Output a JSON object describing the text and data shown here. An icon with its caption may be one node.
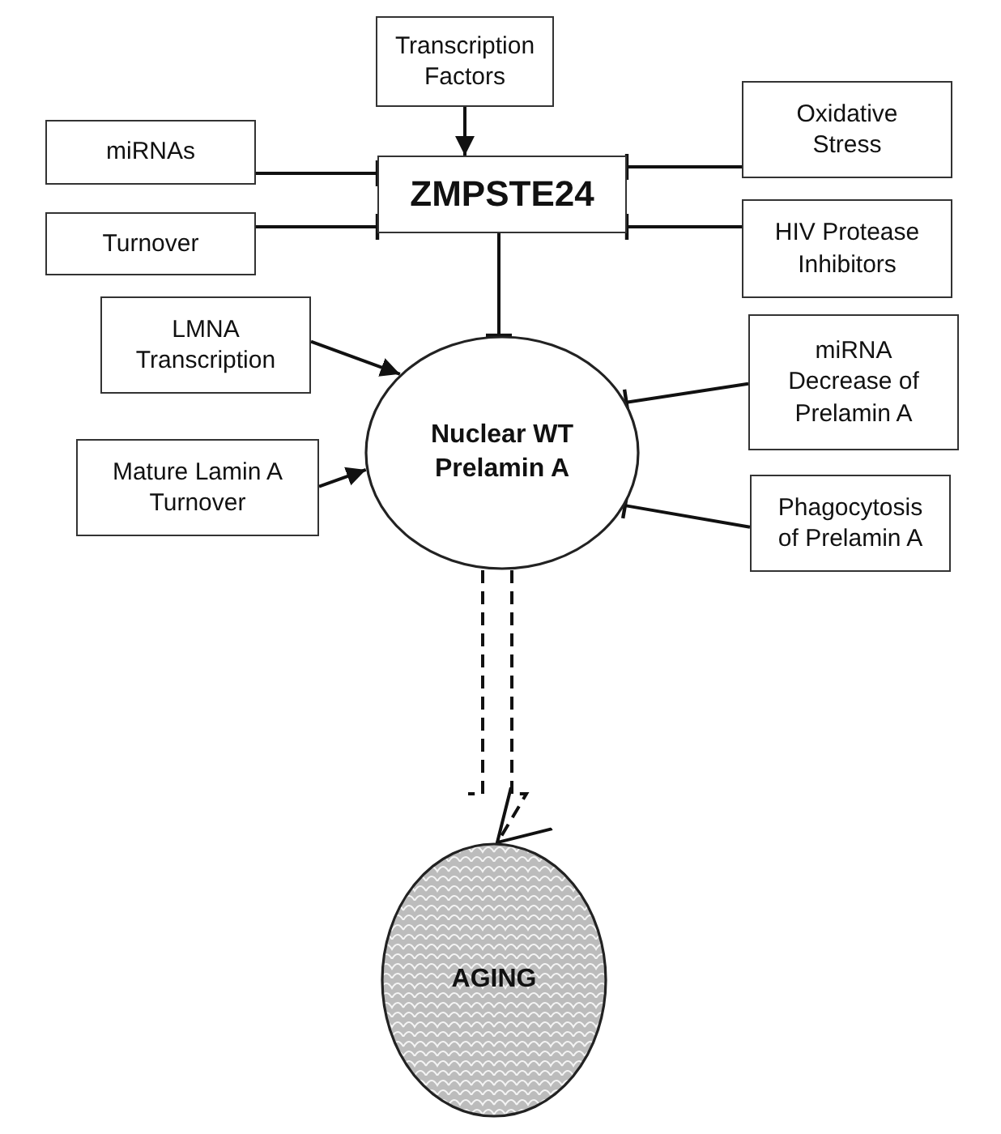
{
  "diagram": {
    "nodes": [
      {
        "text": [
          "Transcription Factors"
        ]
      },
      {
        "text": [
          "miRNAs"
        ]
      },
      {
        "text": [
          "ZMPSTE24"
        ]
      },
      {
        "text": [
          "Oxidative Stress"
        ]
      },
      {
        "text": [
          "Turnover"
        ]
      },
      {
        "text": [
          "HIV Protease Inhibitors"
        ]
      },
      {
        "text": [
          "LMNA Transcription"
        ]
      },
      {
        "text": [
          "miRNA Decrease of Prelamin A"
        ]
      },
      {
        "text": [
          "Nuclear WT Prelamin A"
        ]
      },
      {
        "text": [
          "Mature Lamin A Turnover"
        ]
      },
      {
        "text": [
          "Phagocytosis of Prelamin A"
        ]
      },
      {
        "text": [
          "AGING"
        ]
      }
    ],
    "edges": [
      {
        "from": 0,
        "to": 2,
        "arrow": "to"
      },
      {
        "from": 1,
        "to": 2,
        "arrow": "other"
      },
      {
        "from": 4,
        "to": 2,
        "arrow": "other"
      },
      {
        "from": 3,
        "to": 2,
        "arrow": "other"
      },
      {
        "from": 5,
        "to": 2,
        "arrow": "other"
      },
      {
        "from": 2,
        "to": 8,
        "arrow": "other"
      },
      {
        "from": 6,
        "to": 8,
        "arrow": "to"
      },
      {
        "from": 9,
        "to": 8,
        "arrow": "to"
      },
      {
        "from": 7,
        "to": 8,
        "arrow": "other"
      },
      {
        "from": 10,
        "to": 8,
        "arrow": "other"
      },
      {
        "from": 8,
        "to": 11,
        "arrow": "to",
        "style": "dashed"
      }
    ]
  }
}
